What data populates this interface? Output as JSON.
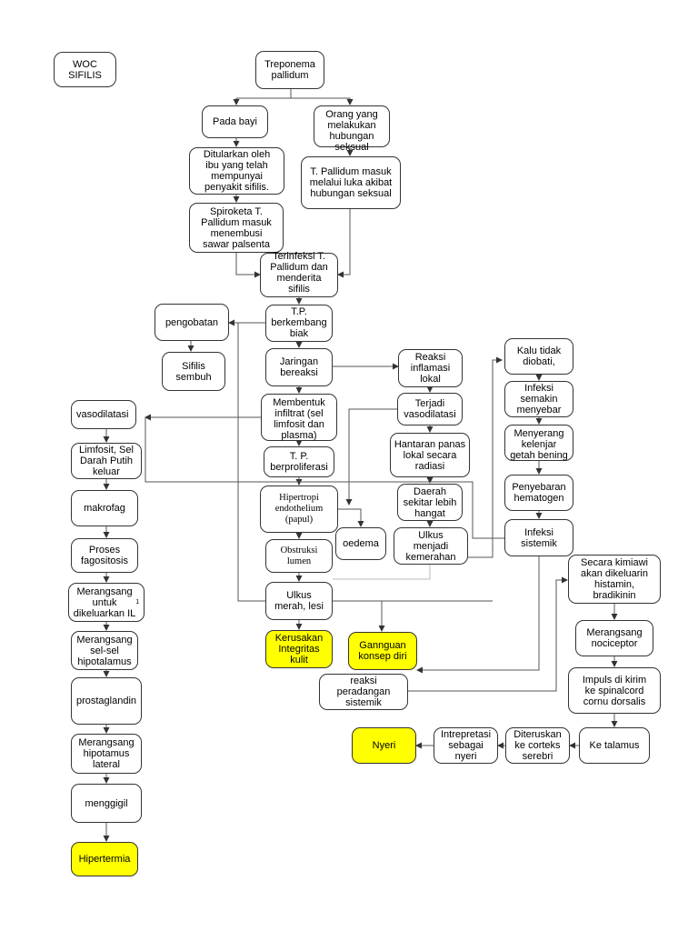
{
  "diagram": {
    "title": "WOC\nSIFILIS",
    "nodes": {
      "treponema": "Treponema\npallidum",
      "pada_bayi": "Pada bayi",
      "orang_yang": "Orang yang\nmelakukan\nhubungan\nseksual",
      "ditularkan": "Ditularkan oleh\nibu yang telah\nmempunyai\npenyakit sifilis.",
      "luka_akibat": "T. Pallidum masuk\nmelalui luka akibat\nhubungan seksual",
      "spiroketa": "Spiroketa T.\nPallidum masuk\nmenembusi\nsawar palsenta",
      "terinfeksi": "Terinfeksi T.\nPallidum dan\nmenderita\nsifilis",
      "pengobatan": "pengobatan",
      "tp_berkembang": "T.P.\nberkembang\nbiak",
      "sifilis_sembuh": "Sifilis\nsembuh",
      "jaringan": "Jaringan\nbereaksi",
      "reaksi_inflamasi": "Reaksi\ninflamasi\nlokal",
      "kalu_tidak": "Kalu tidak\ndiobati,",
      "infeksi_semakin": "Infeksi\nsemakin\nmenyebar",
      "vasodilatasi_left": "vasodilatasi",
      "membentuk": "Membentuk\ninfiltrat (sel\nlimfosit dan\nplasma)",
      "terjadi_vaso": "Terjadi\nvasodilatasi",
      "menyerang_kelenjar": "Menyerang\nkelenjar\ngetah bening",
      "limfosit": "Limfosit, Sel\nDarah Putih\nkeluar",
      "tp_berproliferasi": "T. P.\nberproliferasi",
      "hantaran": "Hantaran panas\nlokal secara\nradiasi",
      "penyebaran": "Penyebaran\nhematogen",
      "hipertropi": "Hipertropi\nendothelium\n(papul)",
      "daerah": "Daerah\nsekitar lebih\nhangat",
      "makrofag": "makrofag",
      "infeksi_sistemik": "Infeksi\nsistemik",
      "oedema": "oedema",
      "obstruksi": "Obstruksi\nlumen",
      "ulkus_kemerahan": "Ulkus\nmenjadi\nkemerahan",
      "proses_fago": "Proses\nfagositosis",
      "secara_kimiawi": "Secara kimiawi\nakan dikeluarin\nhistamin,\nbradikinin",
      "ulkus_lesi": "Ulkus\nmerah, lesi",
      "merangsang_il": "Merangsang\nuntuk\ndikeluarkan IL",
      "merangsang_il_sub": "1",
      "merangsang_noci": "Merangsang\nnociceptor",
      "kerusakan": "Kerusakan\nIntegritas\nkulit",
      "gangguan": "Gannguan\nkonsep diri",
      "merangsang_hipo": "Merangsang\nsel-sel\nhipotalamus",
      "reaksi_peradangan": "reaksi\nperadangan\nsistemik",
      "impuls": "Impuls di kirim\nke spinalcord\ncornu dorsalis",
      "prostaglandin": "prostaglandin",
      "nyeri": "Nyeri",
      "intrepretasi": "Intrepretasi\nsebagai\nnyeri",
      "diteruskan": "Diteruskan\nke corteks\nserebri",
      "ke_talamus": "Ke talamus",
      "merangsang_lateral": "Merangsang\nhipotamus\nlateral",
      "menggigil": "menggigil",
      "hipertermia": "Hipertermia"
    },
    "colors": {
      "highlight": "#ffff00",
      "border": "#333333",
      "line": "#555555"
    }
  }
}
